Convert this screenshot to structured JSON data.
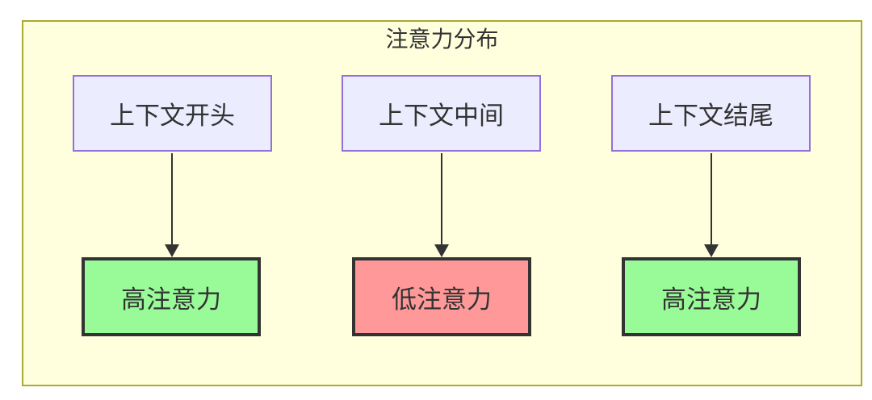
{
  "diagram": {
    "cluster_title": "注意力分布",
    "columns": [
      {
        "source": {
          "label": "上下文开头"
        },
        "target": {
          "label": "高注意力",
          "level": "high"
        }
      },
      {
        "source": {
          "label": "上下文中间"
        },
        "target": {
          "label": "低注意力",
          "level": "low"
        }
      },
      {
        "source": {
          "label": "上下文结尾"
        },
        "target": {
          "label": "高注意力",
          "level": "high"
        }
      }
    ],
    "colors": {
      "canvas_background": "#ffffff",
      "cluster_fill": "#ffffde",
      "cluster_border": "#aaaa33",
      "node_fill": "#ececff",
      "node_border": "#9370db",
      "high_attention_fill": "#98fb98",
      "low_attention_fill": "#ff9999",
      "result_border": "#333333",
      "edge_color": "#333333",
      "text_color": "#333333"
    }
  }
}
